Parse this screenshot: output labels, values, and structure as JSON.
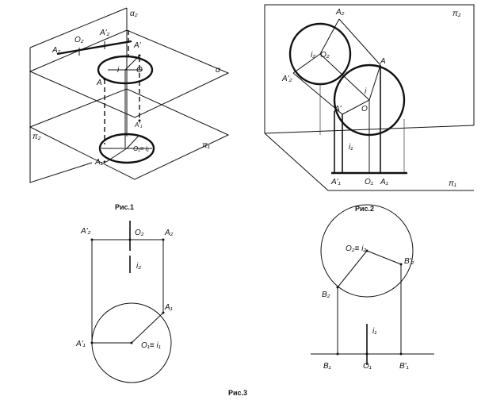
{
  "fig1": {
    "caption": "Рис.1",
    "labels": {
      "alpha2": "α₂",
      "alpha": "α",
      "pi2": "π₂",
      "pi1": "π₁",
      "A2": "A₂",
      "O2": "O₂",
      "A2p": "A'₂",
      "Ap": "A'",
      "A": "A",
      "i": "i",
      "O": "O",
      "A1p": "A'₁",
      "O1i1": "O₁≡ i₁",
      "A1": "A₁"
    }
  },
  "fig2": {
    "caption": "Рис.2",
    "labels": {
      "pi2": "π₂",
      "A2": "A₂",
      "i2": "i₂",
      "O2": "O₂",
      "A": "A",
      "A2p": "A'₂",
      "i": "i",
      "Ap": "A'",
      "O": "O",
      "i1": "i₁",
      "A1p": "A'₁",
      "O1": "O₁",
      "A1": "A₁",
      "pi1": "π₁"
    }
  },
  "fig3": {
    "caption": "Рис.3",
    "labels": {
      "A2p": "A'₂",
      "O2": "O₂",
      "A2": "A₂",
      "i2": "i₂",
      "A1": "A₁",
      "A1p": "A'₁",
      "O1i1": "O₁≡ i₁",
      "O2i2": "O₂≡ i₂",
      "B2p": "B'₂",
      "B2": "B₂",
      "i1": "i₁",
      "B1": "B₁",
      "O1": "O₁",
      "B1p": "B'₁"
    }
  }
}
